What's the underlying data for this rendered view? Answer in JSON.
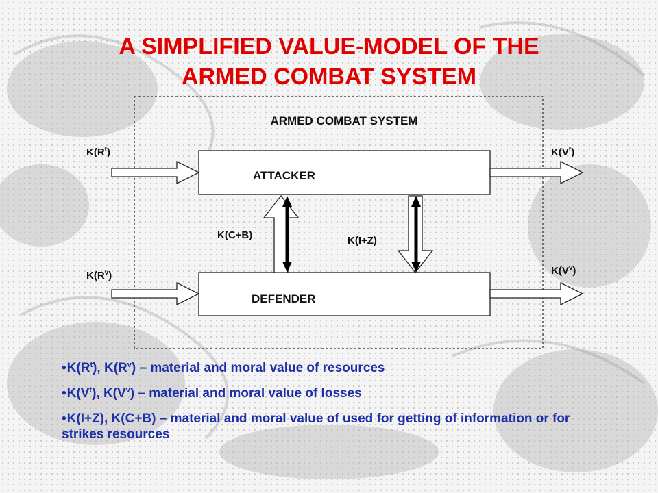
{
  "title": {
    "line1": "A SIMPLIFIED VALUE-MODEL OF THE",
    "line2": "ARMED COMBAT SYSTEM"
  },
  "diagram": {
    "system_label": "ARMED COMBAT SYSTEM",
    "attacker_label": "ATTACKER",
    "defender_label": "DEFENDER",
    "input_attacker": {
      "base": "K(R",
      "sup": "t",
      "close": ")"
    },
    "input_defender": {
      "base": "K(R",
      "sup": "v",
      "close": ")"
    },
    "output_attacker": {
      "base": "K(V",
      "sup": "t",
      "close": ")"
    },
    "output_defender": {
      "base": "K(V",
      "sup": "v",
      "close": ")"
    },
    "link_left": "K(C+B)",
    "link_right": "K(I+Z)"
  },
  "bullets": [
    {
      "p1": "K(R",
      "s1": "t",
      "p2": "), K(R",
      "s2": "v",
      "p3": ") – material and moral value of resources"
    },
    {
      "p1": "K(V",
      "s1": "t",
      "p2": "), K(V",
      "s2": "v",
      "p3": ") – material and moral value of losses"
    },
    {
      "p1": "K(I+Z), K(C+B) – material and moral value of used for getting of information or for strikes resources"
    }
  ],
  "colors": {
    "title": "#e00000",
    "bullets": "#1c2fa8"
  }
}
